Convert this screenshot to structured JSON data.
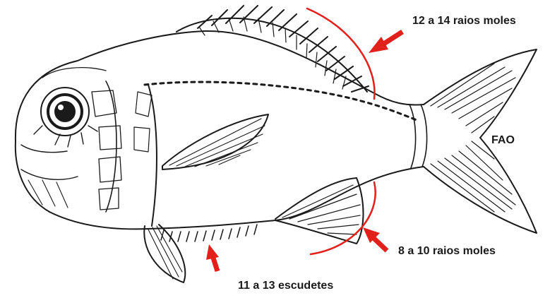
{
  "figure": {
    "credit": "FAO",
    "annotations": {
      "dorsal_fin": "12 a 14 raios moles",
      "anal_fin": "8 a 10 raios moles",
      "ventral_scutes": "11 a 13 escudetes"
    }
  },
  "colors": {
    "annotation": "#e0211c",
    "ink": "#1a1a1a",
    "background": "#ffffff"
  }
}
